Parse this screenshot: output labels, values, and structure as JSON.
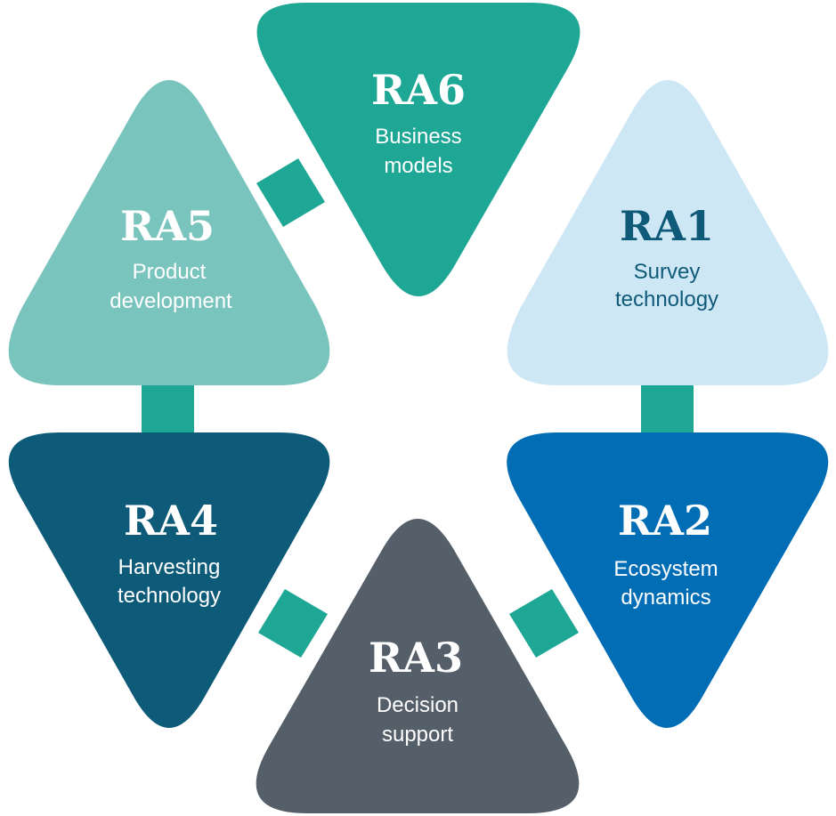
{
  "connector_color": "#1FA795",
  "areas": [
    {
      "id": "RA1",
      "line1": "Survey",
      "line2": "technology",
      "fill": "#CDE7F5",
      "text_color": "#0F5A78",
      "code_color": "#0F5A78"
    },
    {
      "id": "RA2",
      "line1": "Ecosystem",
      "line2": "dynamics",
      "fill": "#006DB5",
      "text_color": "#FFFFFF",
      "code_color": "#FFFFFF"
    },
    {
      "id": "RA3",
      "line1": "Decision",
      "line2": "support",
      "fill": "#555F69",
      "text_color": "#FFFFFF",
      "code_color": "#FFFFFF"
    },
    {
      "id": "RA4",
      "line1": "Harvesting",
      "line2": "technology",
      "fill": "#0D5B78",
      "text_color": "#FFFFFF",
      "code_color": "#FFFFFF"
    },
    {
      "id": "RA5",
      "line1": "Product",
      "line2": "development",
      "fill": "#7AC4BE",
      "text_color": "#FFFFFF",
      "code_color": "#FFFFFF"
    },
    {
      "id": "RA6",
      "line1": "Business",
      "line2": "models",
      "fill": "#1FA795",
      "text_color": "#FFFFFF",
      "code_color": "#FFFFFF"
    }
  ]
}
